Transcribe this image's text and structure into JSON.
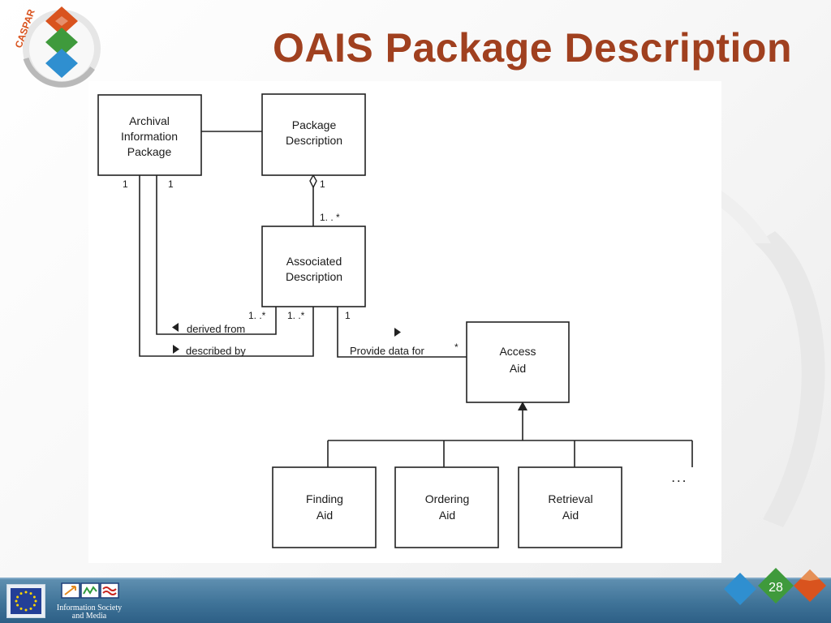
{
  "slide": {
    "title": "OAIS Package Description",
    "page_number": "28",
    "logo_text": "CASPAR",
    "footer_org": [
      "Information Society",
      "and Media"
    ]
  },
  "diagram": {
    "boxes": {
      "aip": [
        "Archival",
        "Information",
        "Package"
      ],
      "package_description": [
        "Package",
        "Description"
      ],
      "associated_description": [
        "Associated",
        "Description"
      ],
      "access_aid": [
        "Access",
        "Aid"
      ],
      "finding_aid": [
        "Finding",
        "Aid"
      ],
      "ordering_aid": [
        "Ordering",
        "Aid"
      ],
      "retrieval_aid": [
        "Retrieval",
        "Aid"
      ]
    },
    "multiplicities": {
      "aip_left": "1",
      "aip_right": "1",
      "package_description_bottom": "1",
      "associated_description_top": "1. . *",
      "derived_from_end": "1. .*",
      "described_by_end": "1. .*",
      "provide_data_start": "1",
      "provide_data_end": "*"
    },
    "associations": {
      "derived_from": "derived from",
      "described_by": "described by",
      "provide_data_for": "Provide data for"
    },
    "ellipsis": ". . ."
  },
  "colors": {
    "title": "#a0401f",
    "footer": "#3f7398",
    "logo_orange": "#d9531e",
    "logo_green": "#3f9a3c",
    "logo_blue": "#2f8fd0"
  }
}
